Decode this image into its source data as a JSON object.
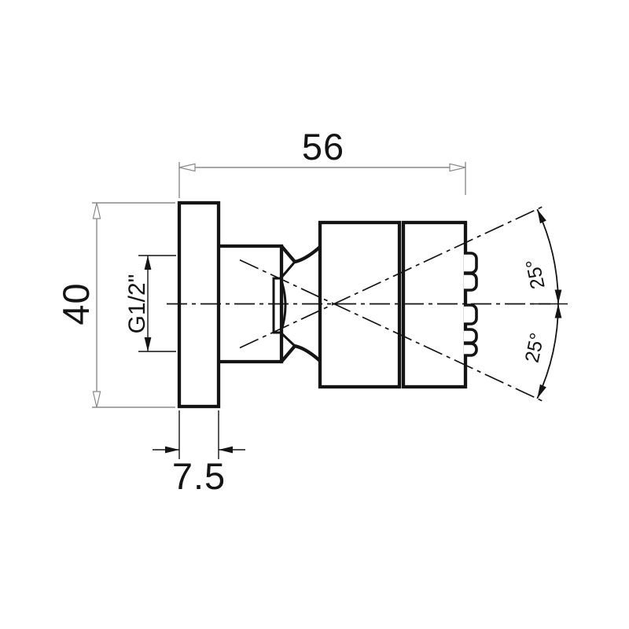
{
  "drawing": {
    "type": "technical-drawing-side-view"
  },
  "dims": {
    "depth": "56",
    "height": "40",
    "flange": "7.5",
    "thread": "G1/2\"",
    "angle_top": "25°",
    "angle_bottom": "25°"
  },
  "colors": {
    "outline": "#141414",
    "dim_gray": "#8a8a8a",
    "text": "#141414",
    "background": "#ffffff"
  }
}
